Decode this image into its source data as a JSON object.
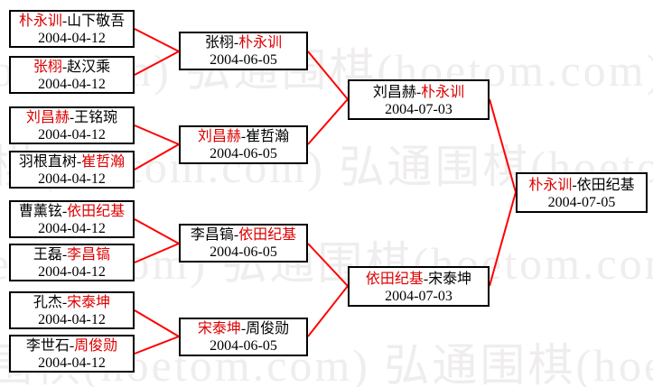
{
  "separator": "-",
  "colors": {
    "line": "#ff0000",
    "winner": "#dd0000",
    "border": "#000000",
    "box_bg": "#ffffff",
    "watermark": "#efeded"
  },
  "watermark": {
    "text": "弘通围棋(hoetom.com)",
    "row_text": "弘通围棋(hoetom.com)  弘通围棋(hoetom.com)  弘通围棋(hoetom.com)"
  },
  "rounds": [
    {
      "matches": [
        {
          "p1": "朴永训",
          "w1": true,
          "p2": "山下敬吾",
          "w2": false,
          "date": "2004-04-12"
        },
        {
          "p1": "张栩",
          "w1": true,
          "p2": "赵汉乘",
          "w2": false,
          "date": "2004-04-12"
        },
        {
          "p1": "刘昌赫",
          "w1": true,
          "p2": "王铭琬",
          "w2": false,
          "date": "2004-04-12"
        },
        {
          "p1": "羽根直树",
          "w1": false,
          "p2": "崔哲瀚",
          "w2": true,
          "date": "2004-04-12"
        },
        {
          "p1": "曹薰铉",
          "w1": false,
          "p2": "依田纪基",
          "w2": true,
          "date": "2004-04-12"
        },
        {
          "p1": "王磊",
          "w1": false,
          "p2": "李昌镐",
          "w2": true,
          "date": "2004-04-12"
        },
        {
          "p1": "孔杰",
          "w1": false,
          "p2": "宋泰坤",
          "w2": true,
          "date": "2004-04-12"
        },
        {
          "p1": "李世石",
          "w1": false,
          "p2": "周俊勋",
          "w2": true,
          "date": "2004-04-12"
        }
      ]
    },
    {
      "matches": [
        {
          "p1": "张栩",
          "w1": false,
          "p2": "朴永训",
          "w2": true,
          "date": "2004-06-05"
        },
        {
          "p1": "刘昌赫",
          "w1": true,
          "p2": "崔哲瀚",
          "w2": false,
          "date": "2004-06-05"
        },
        {
          "p1": "李昌镐",
          "w1": false,
          "p2": "依田纪基",
          "w2": true,
          "date": "2004-06-05"
        },
        {
          "p1": "宋泰坤",
          "w1": true,
          "p2": "周俊勋",
          "w2": false,
          "date": "2004-06-05"
        }
      ]
    },
    {
      "matches": [
        {
          "p1": "刘昌赫",
          "w1": false,
          "p2": "朴永训",
          "w2": true,
          "date": "2004-07-03"
        },
        {
          "p1": "依田纪基",
          "w1": true,
          "p2": "宋泰坤",
          "w2": false,
          "date": "2004-07-03"
        }
      ]
    },
    {
      "matches": [
        {
          "p1": "朴永训",
          "w1": true,
          "p2": "依田纪基",
          "w2": false,
          "date": "2004-07-05"
        }
      ]
    }
  ]
}
